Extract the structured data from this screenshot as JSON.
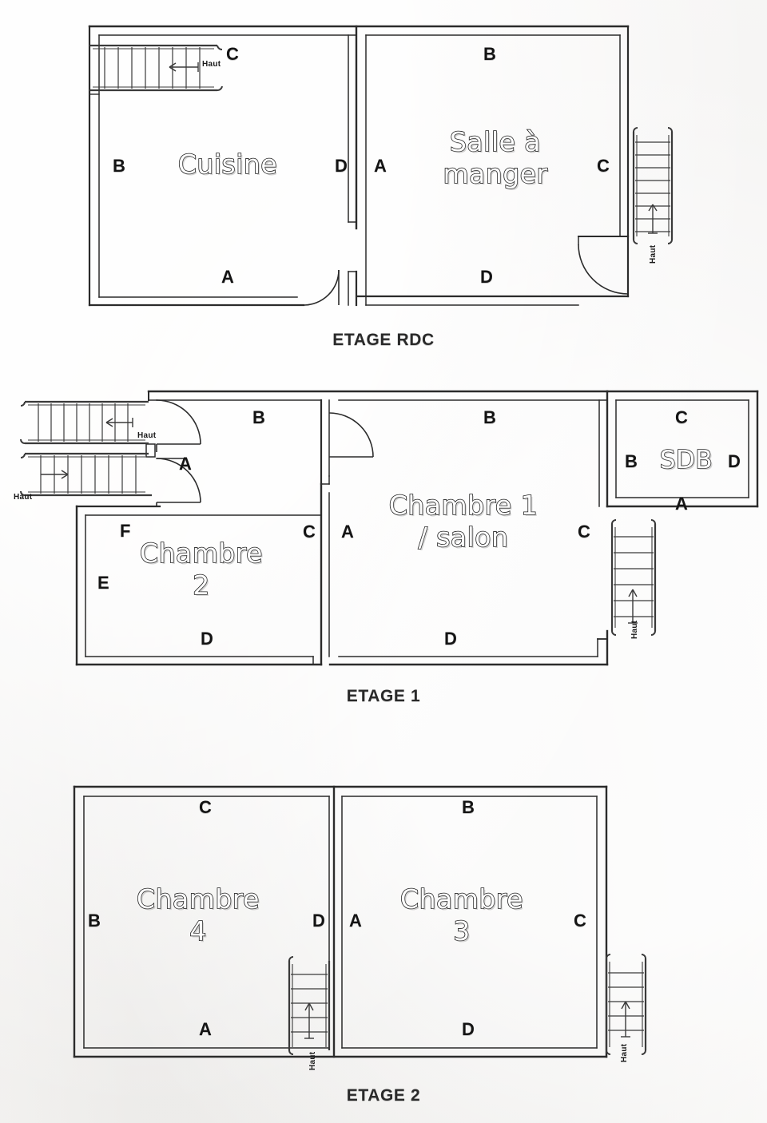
{
  "document": {
    "kind": "architectural-floor-plans",
    "language": "fr",
    "background_color": "#f6f5f4",
    "ink_color": "#1b1b1b"
  },
  "stair_label": "Haut",
  "floors": [
    {
      "id": "rdc",
      "caption": "ETAGE RDC",
      "rooms": [
        {
          "id": "cuisine",
          "name": "Cuisine",
          "wall_tags": [
            "B",
            "C",
            "A",
            "D"
          ]
        },
        {
          "id": "salle-a-manger",
          "name": "Salle à\nmanger",
          "wall_tags": [
            "A",
            "B",
            "C",
            "D"
          ]
        }
      ],
      "stairs": [
        {
          "id": "rdc-stair-left",
          "label": "Haut",
          "direction": "left",
          "orientation": "horizontal"
        },
        {
          "id": "rdc-stair-right",
          "label": "Haut",
          "direction": "up",
          "orientation": "vertical"
        }
      ],
      "doors": 2
    },
    {
      "id": "etage-1",
      "caption": "ETAGE 1",
      "rooms": [
        {
          "id": "chambre-2",
          "name": "Chambre\n2",
          "wall_tags": [
            "E",
            "F",
            "C",
            "D"
          ]
        },
        {
          "id": "chambre-1-salon",
          "name": "Chambre 1\n/ salon",
          "wall_tags": [
            "A",
            "B",
            "C",
            "D"
          ]
        },
        {
          "id": "sdb",
          "name": "SDB",
          "wall_tags": [
            "A",
            "B",
            "C",
            "D"
          ]
        }
      ],
      "landing_tags": [
        "A",
        "B"
      ],
      "stairs": [
        {
          "id": "e1-stair-upper",
          "label": "Haut",
          "direction": "left",
          "orientation": "horizontal"
        },
        {
          "id": "e1-stair-lower",
          "label": "Haut",
          "direction": "right",
          "orientation": "horizontal"
        },
        {
          "id": "e1-stair-right",
          "label": "Haut",
          "direction": "up",
          "orientation": "vertical"
        }
      ],
      "doors": 3
    },
    {
      "id": "etage-2",
      "caption": "ETAGE 2",
      "rooms": [
        {
          "id": "chambre-4",
          "name": "Chambre\n4",
          "wall_tags": [
            "B",
            "C",
            "A",
            "D"
          ]
        },
        {
          "id": "chambre-3",
          "name": "Chambre\n3",
          "wall_tags": [
            "A",
            "B",
            "C",
            "D"
          ]
        }
      ],
      "stairs": [
        {
          "id": "e2-stair-mid",
          "label": "Haut",
          "direction": "up",
          "orientation": "vertical"
        },
        {
          "id": "e2-stair-right",
          "label": "Haut",
          "direction": "up",
          "orientation": "vertical"
        }
      ],
      "doors": 0
    }
  ],
  "tags": {
    "rdc": {
      "cuisine_b": "B",
      "cuisine_c": "C",
      "cuisine_a": "A",
      "cuisine_d": "D",
      "sam_a": "A",
      "sam_b": "B",
      "sam_c": "C",
      "sam_d": "D"
    },
    "e1": {
      "land_b1": "B",
      "land_a": "A",
      "land_b2": "B",
      "ch2_e": "E",
      "ch2_f": "F",
      "ch2_c": "C",
      "ch2_d": "D",
      "ch1_a": "A",
      "ch1_c": "C",
      "ch1_d": "D",
      "sdb_b": "B",
      "sdb_c": "C",
      "sdb_d": "D",
      "sdb_a": "A"
    },
    "e2": {
      "ch4_b": "B",
      "ch4_c": "C",
      "ch4_a": "A",
      "ch4_d": "D",
      "ch3_a": "A",
      "ch3_b": "B",
      "ch3_c": "C",
      "ch3_d": "D"
    }
  }
}
